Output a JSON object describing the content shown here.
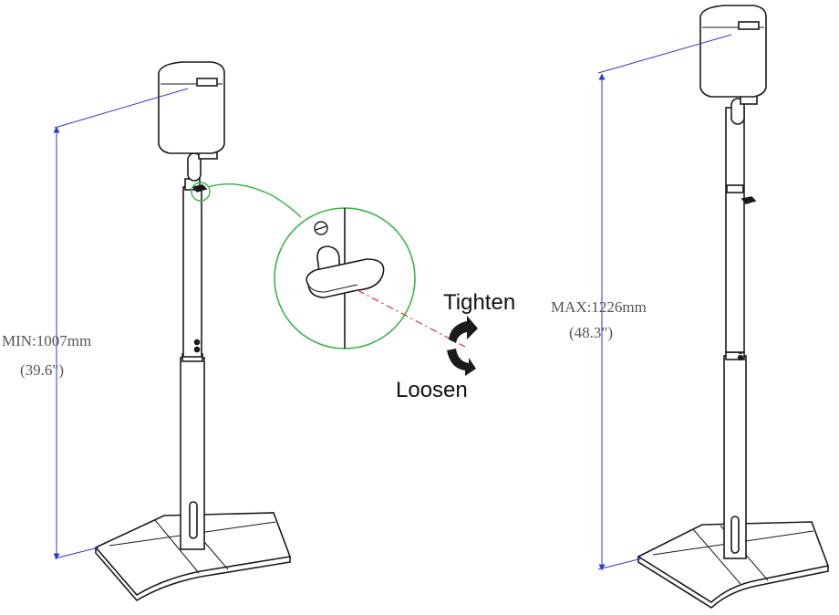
{
  "labels": {
    "min_dim": "MIN:1007mm",
    "min_inch": "(39.6\")",
    "max_dim": "MAX:1226mm",
    "max_inch": "(48.3\")",
    "tighten": "Tighten",
    "loosen": "Loosen"
  },
  "colors": {
    "line": "#1a1a1a",
    "dimension_line": "#2b3bd6",
    "detail_circle": "#3bb54a",
    "axis_dash": "#e0302a"
  }
}
